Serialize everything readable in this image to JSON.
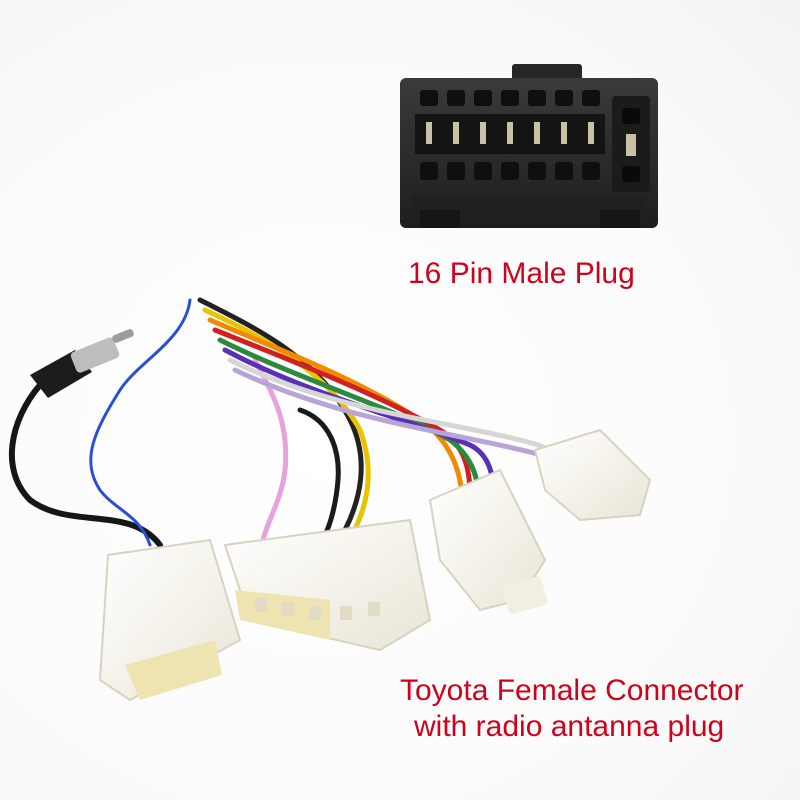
{
  "captions": {
    "male_plug": "16 Pin Male Plug",
    "female_connector_line1": "Toyota Female Connector",
    "female_connector_line2": "with radio antanna plug"
  },
  "colors": {
    "caption_red": "#d0021b",
    "plug_body": "#2b2b2b",
    "connector_white": "#f4f1e6"
  }
}
